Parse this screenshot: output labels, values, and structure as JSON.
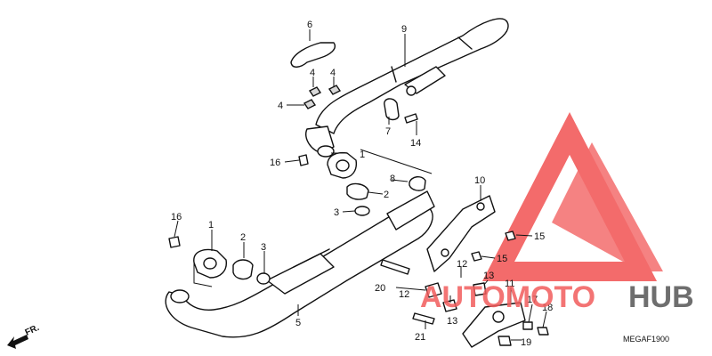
{
  "diagram_code": "MEGAF1900",
  "front_arrow_label": "FR.",
  "watermark": {
    "text_left": "AUTOMOTO",
    "text_right": "HUB",
    "color_primary": "#f25c5c",
    "color_secondary": "#555555"
  },
  "callouts": [
    {
      "n": "6"
    },
    {
      "n": "9"
    },
    {
      "n": "4"
    },
    {
      "n": "4"
    },
    {
      "n": "4"
    },
    {
      "n": "7"
    },
    {
      "n": "14"
    },
    {
      "n": "1"
    },
    {
      "n": "16"
    },
    {
      "n": "8"
    },
    {
      "n": "2"
    },
    {
      "n": "3"
    },
    {
      "n": "10"
    },
    {
      "n": "16"
    },
    {
      "n": "1"
    },
    {
      "n": "2"
    },
    {
      "n": "3"
    },
    {
      "n": "15"
    },
    {
      "n": "15"
    },
    {
      "n": "12"
    },
    {
      "n": "13"
    },
    {
      "n": "20"
    },
    {
      "n": "12"
    },
    {
      "n": "11"
    },
    {
      "n": "13"
    },
    {
      "n": "17"
    },
    {
      "n": "18"
    },
    {
      "n": "5"
    },
    {
      "n": "21"
    },
    {
      "n": "19"
    }
  ]
}
